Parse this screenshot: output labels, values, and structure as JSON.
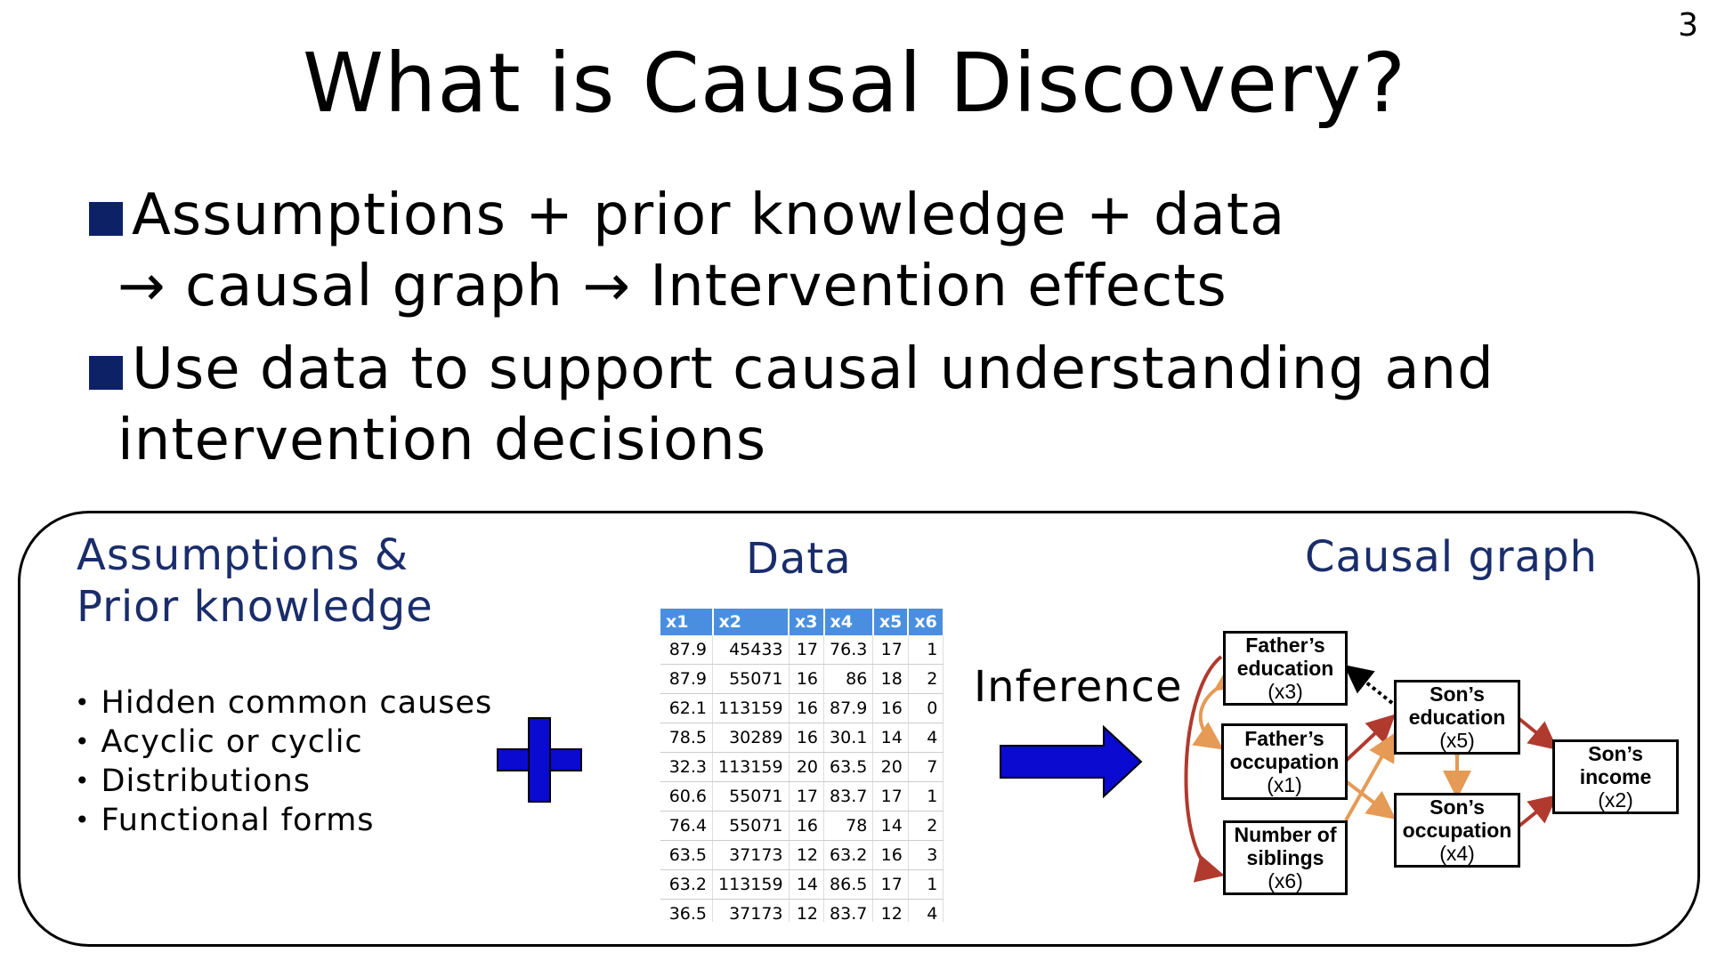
{
  "page_number": "3",
  "title": "What is Causal Discovery?",
  "bullets": [
    {
      "line1": "Assumptions + prior knowledge + data",
      "line2": "→ causal graph → Intervention effects"
    },
    {
      "line1": "Use data to support causal understanding and",
      "line2": "intervention decisions"
    }
  ],
  "panel": {
    "assumptions_heading_1": "Assumptions &",
    "assumptions_heading_2": "Prior knowledge",
    "assumptions_items": [
      "Hidden common causes",
      "Acyclic or cyclic",
      "Distributions",
      "Functional forms"
    ],
    "data_heading": "Data",
    "inference_label": "Inference",
    "graph_heading": "Causal graph",
    "plus_color": "#0a0ad0",
    "arrow_color": "#0a0ad0"
  },
  "data_table": {
    "headers": [
      "x1",
      "x2",
      "x3",
      "x4",
      "x5",
      "x6"
    ],
    "rows": [
      [
        "87.9",
        "45433",
        "17",
        "76.3",
        "17",
        "1"
      ],
      [
        "87.9",
        "55071",
        "16",
        "86",
        "18",
        "2"
      ],
      [
        "62.1",
        "113159",
        "16",
        "87.9",
        "16",
        "0"
      ],
      [
        "78.5",
        "30289",
        "16",
        "30.1",
        "14",
        "4"
      ],
      [
        "32.3",
        "113159",
        "20",
        "63.5",
        "20",
        "7"
      ],
      [
        "60.6",
        "55071",
        "17",
        "83.7",
        "17",
        "1"
      ],
      [
        "76.4",
        "55071",
        "16",
        "78",
        "14",
        "2"
      ],
      [
        "63.5",
        "37173",
        "12",
        "63.2",
        "16",
        "3"
      ],
      [
        "63.2",
        "113159",
        "14",
        "86.5",
        "17",
        "1"
      ],
      [
        "36.5",
        "37173",
        "12",
        "83.7",
        "12",
        "4"
      ]
    ],
    "header_color": "#4a8fdf"
  },
  "graph_nodes": {
    "x3": [
      "Father’s",
      "education",
      "(x3)"
    ],
    "x1": [
      "Father’s",
      "occupation",
      "(x1)"
    ],
    "x6": [
      "Number of",
      "siblings",
      "(x6)"
    ],
    "x5": [
      "Son’s",
      "education",
      "(x5)"
    ],
    "x4": [
      "Son’s",
      "occupation",
      "(x4)"
    ],
    "x2": [
      "Son’s",
      "income",
      "(x2)"
    ]
  },
  "edge_colors": {
    "strong": "#b03a2e",
    "weak": "#e59a55"
  }
}
